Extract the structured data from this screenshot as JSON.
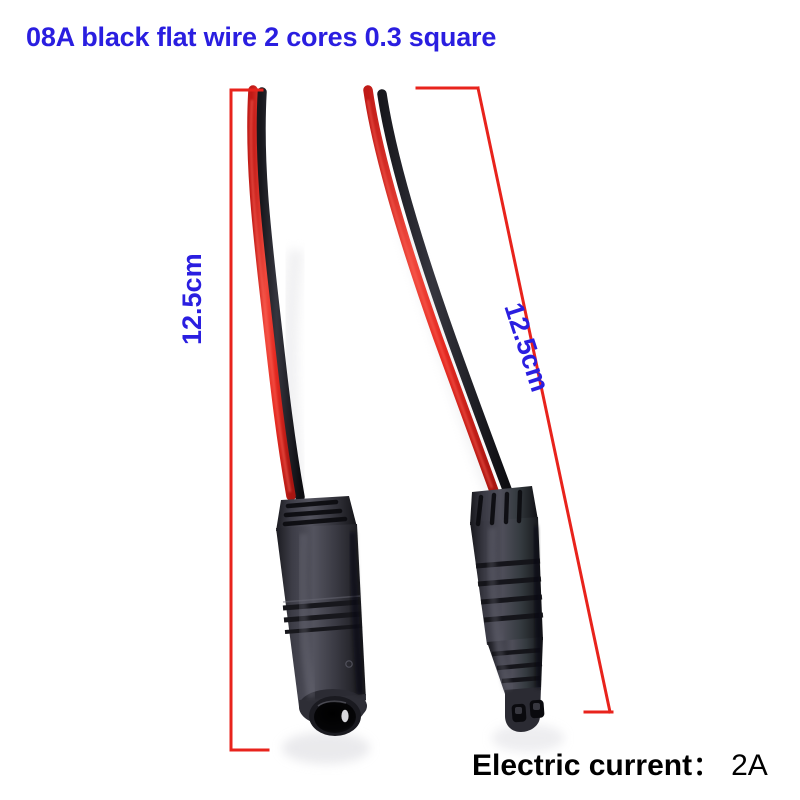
{
  "title": "08A black flat wire 2 cores 0.3 square",
  "dimensions": {
    "left_label": "12.5cm",
    "right_label": "12.5cm",
    "line_color": "#e8231c",
    "text_color": "#2a1ee0"
  },
  "footer": {
    "label": "Electric current",
    "separator": "：",
    "value": "2A"
  },
  "product": {
    "wire_red_color": "#e8332a",
    "wire_black_color": "#1d1d22",
    "connector_body_color": "#34343c",
    "background_color": "#ffffff",
    "left_connector_name": "dc-barrel-jack-female",
    "right_connector_name": "two-pin-housing-female"
  }
}
